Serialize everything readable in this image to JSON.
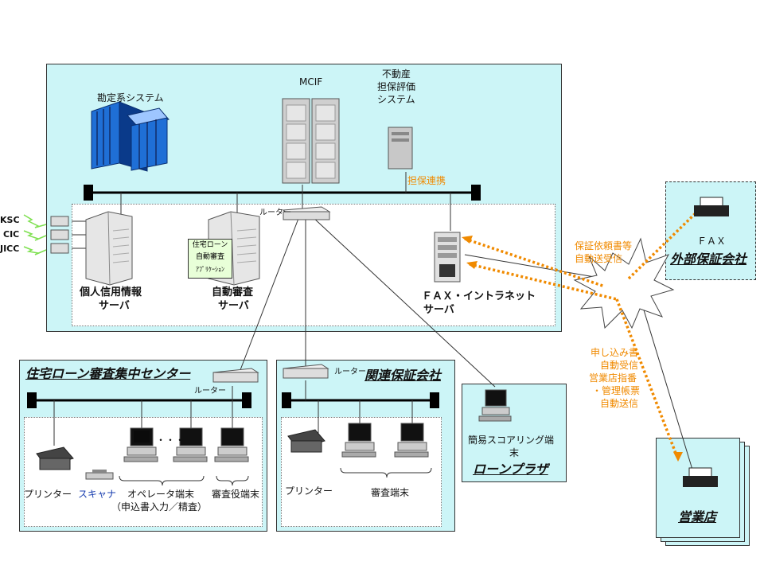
{
  "main_system": {
    "accounting_system": "勘定系システム",
    "mcif": "MCIF",
    "real_estate": [
      "不動産",
      "担保評価",
      "システム"
    ],
    "collateral_link": "担保連携",
    "router": "ルーター",
    "credit_server": [
      "個人信用情報",
      "サーバ"
    ],
    "auto_review_server": [
      "自動審査",
      "サーバ"
    ],
    "auto_review_app": [
      "住宅ローン",
      "自動審査",
      "ｱﾌﾟﾘｹｰｼｮﾝ"
    ],
    "fax_server": [
      "ＦＡＸ・イントラネット",
      "サーバ"
    ],
    "credit_bureaus": [
      "KSC",
      "CIC",
      "JICC"
    ]
  },
  "center": {
    "title": "住宅ローン審査集中センター",
    "router": "ルーター",
    "printer": "プリンター",
    "scanner": "スキャナ",
    "operator": [
      "オペレータ端末",
      "（申込書入力／精査）"
    ],
    "reviewer": "審査役端末",
    "dots": "・・・"
  },
  "affiliate": {
    "title": "関連保証会社",
    "router": "ルーター",
    "printer": "プリンター",
    "review_terminal": "審査端末"
  },
  "loan_plaza": {
    "terminal": [
      "簡易スコアリング端",
      "末"
    ],
    "title": "ローンプラザ"
  },
  "external": {
    "fax": "ＦＡＸ",
    "title": "外部保証会社"
  },
  "branch": {
    "title": "営業店"
  },
  "annotations": {
    "guarantee": [
      "保証依頼書等",
      "自動送受信"
    ],
    "application": [
      "申し込み書",
      "自動受信",
      "営業店指番",
      "・管理帳票",
      "自動送信"
    ]
  },
  "colors": {
    "panel": "#ccf5f7",
    "accent": "#f08a00",
    "server_blue": "#1f6fd6",
    "scanner_blue": "#1a3fb0"
  }
}
